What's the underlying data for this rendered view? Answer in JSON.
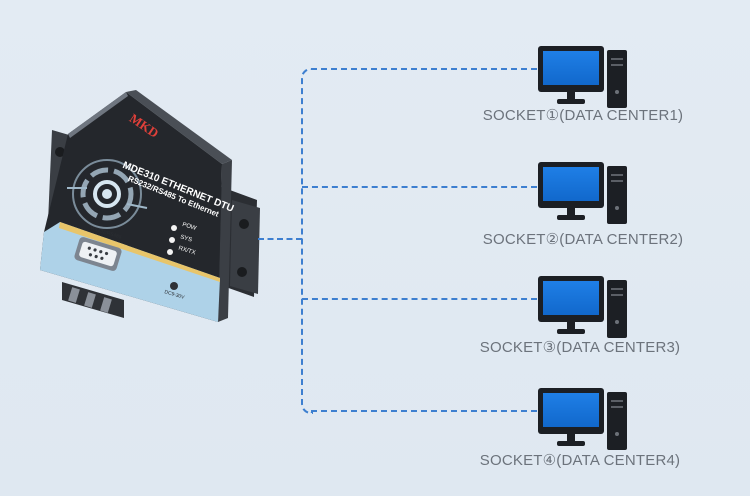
{
  "device": {
    "brand": "MKD",
    "model": "MDE310 ETHERNET DTU",
    "subtitle": "RS232/RS485 To Ethernet",
    "leds": [
      "POW",
      "SYS",
      "RX/TX"
    ],
    "port_label": "RS232/RS485",
    "power_label": "DC9-30V"
  },
  "sockets": [
    {
      "label": "SOCKET①(DATA CENTER1)"
    },
    {
      "label": "SOCKET②(DATA CENTER2)"
    },
    {
      "label": "SOCKET③(DATA CENTER3)"
    },
    {
      "label": "SOCKET④(DATA CENTER4)"
    }
  ],
  "colors": {
    "background": "#e3ebf3",
    "connector": "#3d7fd0",
    "screen": "#1673d8",
    "label_text": "#6c737c"
  }
}
